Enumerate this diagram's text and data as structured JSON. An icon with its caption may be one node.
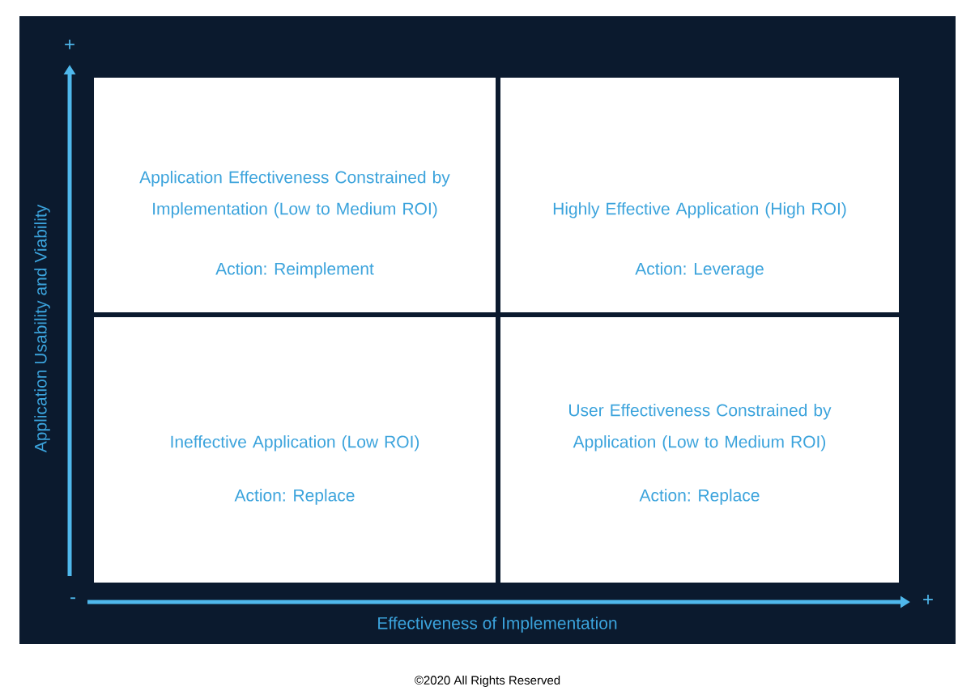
{
  "diagram": {
    "nodes": [
      {
        "text": [
          "Application Effectiveness Constrained by Implementation (Low to Medium ROI)",
          "Action: Reimplement"
        ]
      },
      {
        "text": [
          "Highly Effective Application (High ROI)",
          "Action: Leverage"
        ]
      },
      {
        "text": [
          "Ineffective Application (Low ROI)",
          "Action: Replace"
        ]
      },
      {
        "text": [
          "User Effectiveness Constrained by Application (Low to Medium ROI)",
          "Action: Replace"
        ]
      }
    ],
    "labels": [
      "+",
      "Application Usability and Viability",
      "-",
      "Effectiveness of Implementation",
      "+",
      "©2020 All Rights Reserved"
    ]
  }
}
